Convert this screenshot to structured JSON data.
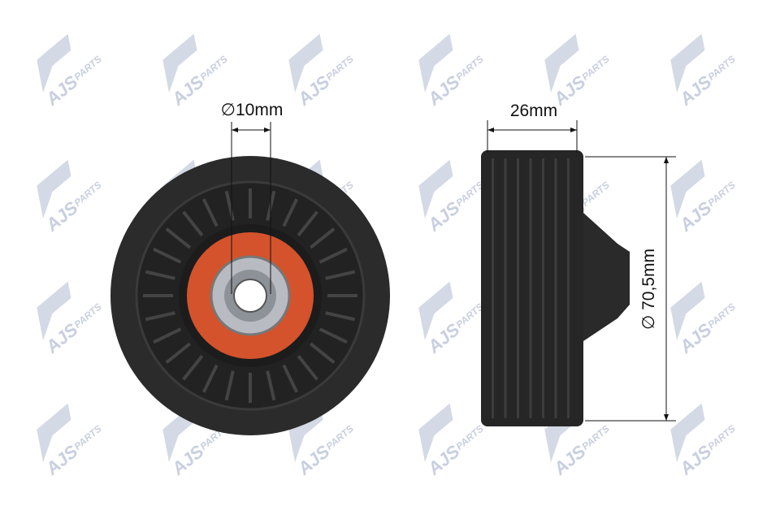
{
  "watermark": {
    "brand": "AJS",
    "sub": "PARTS",
    "color": "#c9cfe0"
  },
  "dimensions": {
    "bore": "∅10mm",
    "width": "26mm",
    "diameter": "∅ 70,5mm"
  },
  "colors": {
    "pulley": "#2b2b2b",
    "bearing_seal": "#d4532c",
    "bearing_metal": "#b8bcc2"
  }
}
